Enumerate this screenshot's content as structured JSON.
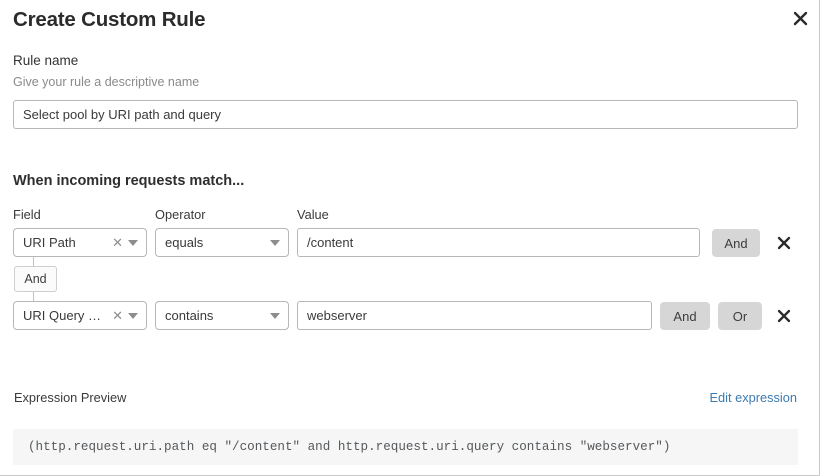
{
  "dialog": {
    "title": "Create Custom Rule",
    "close_icon": "close-icon"
  },
  "rule_name": {
    "label": "Rule name",
    "hint": "Give your rule a descriptive name",
    "value": "Select pool by URI path and query",
    "placeholder": "Enter rule name"
  },
  "match_section": {
    "heading": "When incoming requests match...",
    "columns": {
      "field": "Field",
      "operator": "Operator",
      "value": "Value"
    },
    "connector_badge": "And",
    "rows": [
      {
        "field": "URI Path",
        "operator": "equals",
        "value": "/content",
        "value_placeholder": "Enter value",
        "buttons": [
          "And"
        ],
        "delete_icon": "close-icon",
        "clear_icon": "clear-icon",
        "caret_icon": "chevron-down-icon"
      },
      {
        "field": "URI Query St...",
        "operator": "contains",
        "value": "webserver",
        "value_placeholder": "Enter value",
        "buttons": [
          "And",
          "Or"
        ],
        "delete_icon": "close-icon",
        "clear_icon": "clear-icon",
        "caret_icon": "chevron-down-icon"
      }
    ]
  },
  "expression": {
    "label": "Expression Preview",
    "edit_link": "Edit expression",
    "text": "(http.request.uri.path eq \"/content\" and http.request.uri.query contains \"webserver\")"
  },
  "colors": {
    "accent_link": "#3c7bb0",
    "pill_bg": "#d6d6d6",
    "preview_bg": "#f6f6f6",
    "border": "#b7b7b7"
  }
}
